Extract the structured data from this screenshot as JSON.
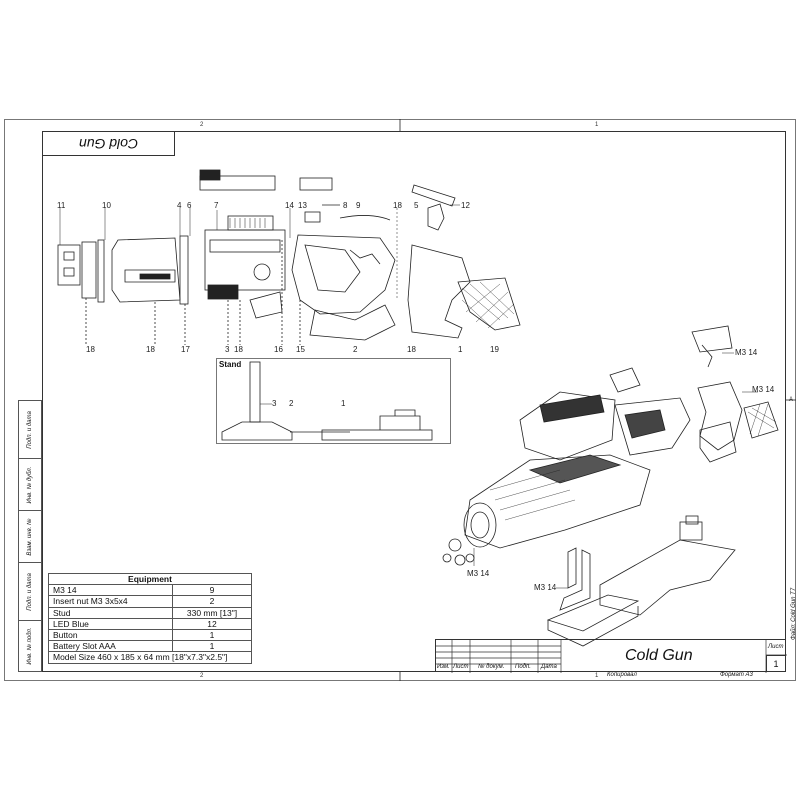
{
  "drawing": {
    "stamp_title": "Cold Gun",
    "zones": {
      "top_left": "2",
      "top_right": "1",
      "bottom_left": "2",
      "bottom_right": "1",
      "right_edge": "A"
    },
    "callouts_upper": [
      "11",
      "10",
      "4",
      "6",
      "7",
      "14",
      "13",
      "8",
      "9",
      "18",
      "5",
      "12"
    ],
    "callouts_lower": [
      "18",
      "18",
      "17",
      "3",
      "18",
      "16",
      "15",
      "2",
      "18",
      "1",
      "19"
    ],
    "stand": {
      "label": "Stand",
      "callouts": [
        "3",
        "2",
        "1"
      ]
    },
    "iso_labels": [
      "M3 14",
      "M3 14",
      "M3 14",
      "M3 14"
    ]
  },
  "equipment": {
    "header": "Equipment",
    "rows": [
      {
        "name": "M3 14",
        "qty": "9"
      },
      {
        "name": "Insert nut M3 3x5x4",
        "qty": "2"
      },
      {
        "name": "Stud",
        "qty": "330 mm [13\"]"
      },
      {
        "name": "LED Blue",
        "qty": "12"
      },
      {
        "name": "Button",
        "qty": "1"
      },
      {
        "name": "Battery Slot AAA",
        "qty": "1"
      }
    ],
    "footer": "Model Size 460 x 185 x 64 mm [18\"x7.3\"x2.5\"]"
  },
  "sidebar": {
    "cells": [
      "Подп. и дата",
      "Инв. № дубл.",
      "Взам. инв. №",
      "Подп. и дата",
      "Инв. № подл."
    ]
  },
  "title_block": {
    "columns": [
      "Изм.",
      "Лист",
      "№ докум.",
      "Подп.",
      "Дата"
    ],
    "title": "Cold Gun",
    "sheet_label": "Лист",
    "sheet_no": "1",
    "file_label": "Файл: Cold Gun T7",
    "copied": "Копировал",
    "format": "Формат А3"
  }
}
